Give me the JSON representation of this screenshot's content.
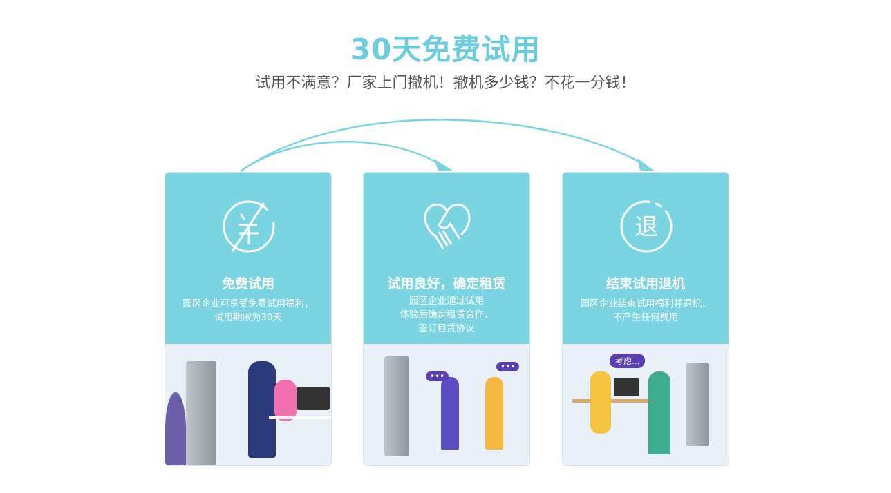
{
  "header": {
    "title": "30天免费试用",
    "subtitle": "试用不满意？厂家上门撤机！撤机多少钱？不花一分钱！"
  },
  "colors": {
    "accent": "#7ad4e2",
    "title": "#6ccbdc"
  },
  "cards": [
    {
      "icon": "no-yuan-icon",
      "title": "免费试用",
      "desc": [
        "园区企业可享受免费试用福利，",
        "试用期限为30天"
      ]
    },
    {
      "icon": "handshake-heart-icon",
      "title": "试用良好，确定租赁",
      "desc": [
        "园区企业通过试用",
        "体验后确定租赁合作，",
        "签订租赁协议"
      ]
    },
    {
      "icon": "return-icon",
      "title": "结束试用退机",
      "desc": [
        "园区企业结束试用福利并退机，",
        "不产生任何费用"
      ],
      "bubble": "考虑..."
    }
  ]
}
